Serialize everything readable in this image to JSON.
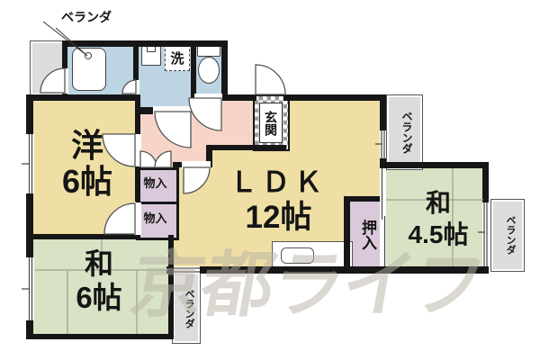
{
  "watermark": "京都ライフ",
  "rooms": {
    "western": {
      "name": "洋",
      "size": "6帖"
    },
    "ldk": {
      "name": "ＬＤＫ",
      "size": "12帖"
    },
    "japanese_45": {
      "name": "和",
      "size": "4.5帖"
    },
    "japanese_6": {
      "name": "和",
      "size": "6帖"
    }
  },
  "labels": {
    "veranda_top_left": "ベランダ",
    "veranda_top_right": "ベランダ",
    "veranda_right": "ベランダ",
    "veranda_bottom": "ベランダ",
    "entrance": "玄関",
    "storage_upper": "物入",
    "storage_lower": "物入",
    "closet": "押入",
    "laundry": "洗"
  },
  "colors": {
    "flooring_room": "#f0dfa4",
    "tatami_room": "#d8e2c4",
    "wet_area": "#bdd4e3",
    "hallway": "#f6d5c8",
    "closet": "#d9c9da",
    "veranda": "#dcdcdc",
    "wall": "#161616",
    "watermark": "#b7b3a5"
  }
}
